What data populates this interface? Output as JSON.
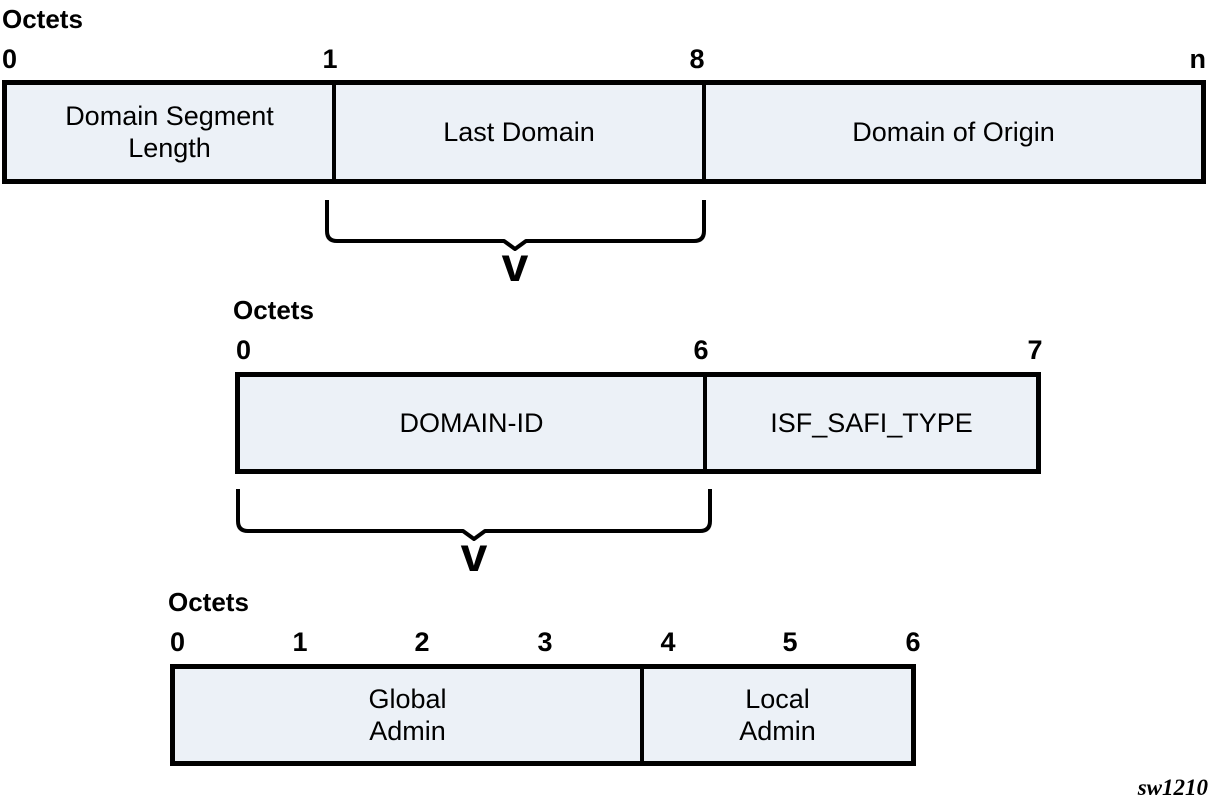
{
  "colors": {
    "field_fill": "#ecf1f7",
    "line": "#000000",
    "background": "#ffffff"
  },
  "watermark": "sw1210",
  "diagrams": [
    {
      "octets_label": "Octets",
      "ticks": [
        "0",
        "1",
        "8",
        "n"
      ],
      "cells": [
        {
          "label": "Domain Segment\nLength"
        },
        {
          "label": "Last Domain"
        },
        {
          "label": "Domain of Origin"
        }
      ],
      "expansion_marker": "v"
    },
    {
      "octets_label": "Octets",
      "ticks": [
        "0",
        "6",
        "7"
      ],
      "cells": [
        {
          "label": "DOMAIN-ID"
        },
        {
          "label": "ISF_SAFI_TYPE"
        }
      ],
      "expansion_marker": "v"
    },
    {
      "octets_label": "Octets",
      "ticks": [
        "0",
        "1",
        "2",
        "3",
        "4",
        "5",
        "6"
      ],
      "cells": [
        {
          "label": "Global\nAdmin"
        },
        {
          "label": "Local\nAdmin"
        }
      ]
    }
  ]
}
